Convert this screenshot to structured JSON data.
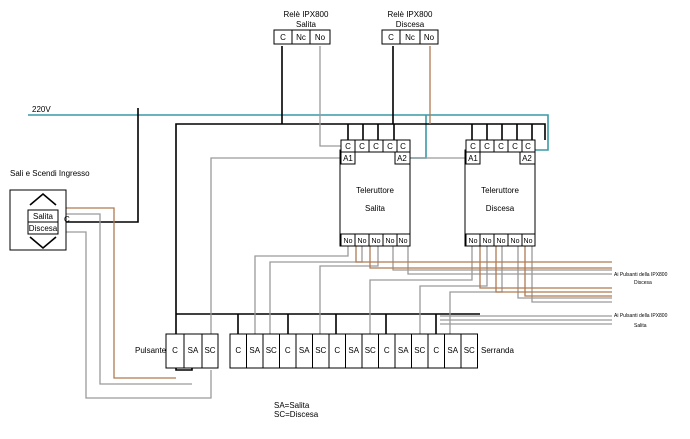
{
  "relays": [
    {
      "title": "Relè IPX800",
      "subtitle": "Salita",
      "terminals": [
        "C",
        "Nc",
        "No"
      ]
    },
    {
      "title": "Relè IPX800",
      "subtitle": "Discesa",
      "terminals": [
        "C",
        "Nc",
        "No"
      ]
    }
  ],
  "supply_label": "220V",
  "switch": {
    "title": "Sali e Scendi Ingresso",
    "up_label": "Salita",
    "down_label": "Discesa",
    "common_label": "C"
  },
  "contactors": [
    {
      "name": "Teleruttore",
      "sub": "Salita",
      "top_terminals": [
        "C",
        "C",
        "C",
        "C",
        "C"
      ],
      "coil": [
        "A1",
        "A2"
      ],
      "bottom_terminals": [
        "No",
        "No",
        "No",
        "No",
        "No"
      ]
    },
    {
      "name": "Teleruttore",
      "sub": "Discesa",
      "top_terminals": [
        "C",
        "C",
        "C",
        "C",
        "C"
      ],
      "coil": [
        "A1",
        "A2"
      ],
      "bottom_terminals": [
        "No",
        "No",
        "No",
        "No",
        "No"
      ]
    }
  ],
  "ipx_inputs": [
    {
      "line1": "Ai Pulsanti della IPX800",
      "line2": "Discesa"
    },
    {
      "line1": "Ai Pulsanti della IPX800",
      "line2": "Salita"
    }
  ],
  "pulsante": {
    "label": "Pulsante",
    "terminals": [
      "C",
      "SA",
      "SC"
    ]
  },
  "serranda": {
    "label": "Serranda",
    "terminals": [
      "C",
      "SA",
      "SC",
      "C",
      "SA",
      "SC",
      "C",
      "SA",
      "SC",
      "C",
      "SA",
      "SC",
      "C",
      "SA",
      "SC"
    ]
  },
  "legend": [
    "SA=Salita",
    "SC=Discesa"
  ]
}
